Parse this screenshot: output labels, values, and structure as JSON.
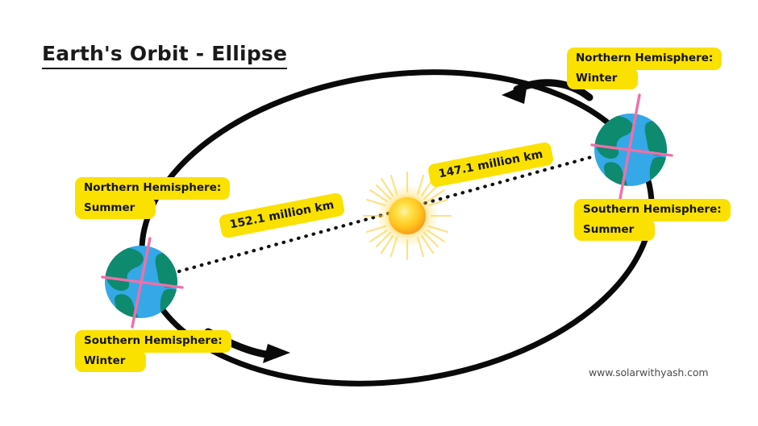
{
  "diagram": {
    "title": "Earth's Orbit - Ellipse",
    "credit": "www.solarwithyash.com",
    "background_color": "#FFFFFF",
    "highlight_color": "#FAE100",
    "orbit_color": "#000000",
    "text_color": "#16161A"
  },
  "labels": {
    "top_right": {
      "line1": "Northern Hemisphere:",
      "line2": "Winter"
    },
    "right_lower": {
      "line1": "Southern Hemisphere:",
      "line2": "Summer"
    },
    "left_upper": {
      "line1": "Northern Hemisphere:",
      "line2": "Summer"
    },
    "bottom_left": {
      "line1": "Southern Hemisphere:",
      "line2": "Winter"
    }
  },
  "distances": {
    "aphelion": "152.1 million km",
    "perihelion": "147.1 million km"
  },
  "bodies": {
    "sun": {
      "name": "Sun",
      "core_color": "#FFD21E",
      "edge_color": "#F59A1B"
    },
    "earth_left": {
      "name": "Earth",
      "ocean_color": "#35A8E8",
      "land_color": "#0E8A6E",
      "axis_color": "#F06FA8"
    },
    "earth_right": {
      "name": "Earth",
      "ocean_color": "#35A8E8",
      "land_color": "#0E8A6E",
      "axis_color": "#F06FA8"
    }
  },
  "orbit": {
    "direction": "counter-clockwise",
    "arrow_top": "arrow-left",
    "arrow_bottom": "arrow-right"
  }
}
